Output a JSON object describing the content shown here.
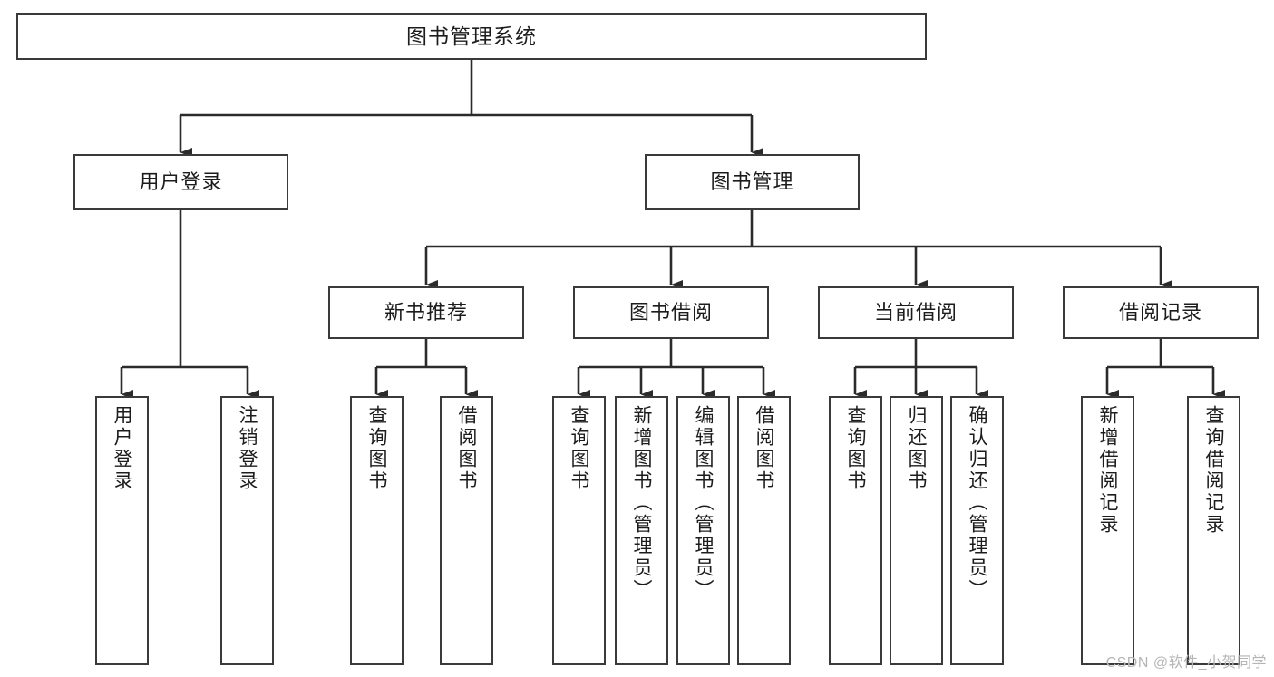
{
  "diagram": {
    "title": "图书管理系统",
    "type": "tree-hierarchy",
    "root": {
      "id": "root",
      "label": "图书管理系统",
      "orientation": "horizontal"
    },
    "level2": [
      {
        "id": "user-login",
        "label": "用户登录",
        "orientation": "horizontal"
      },
      {
        "id": "book-manage",
        "label": "图书管理",
        "orientation": "horizontal"
      }
    ],
    "level3": [
      {
        "id": "new-book-recommend",
        "label": "新书推荐",
        "orientation": "horizontal",
        "parent": "book-manage"
      },
      {
        "id": "book-borrow",
        "label": "图书借阅",
        "orientation": "horizontal",
        "parent": "book-manage"
      },
      {
        "id": "current-borrow",
        "label": "当前借阅",
        "orientation": "horizontal",
        "parent": "book-manage"
      },
      {
        "id": "borrow-record",
        "label": "借阅记录",
        "orientation": "horizontal",
        "parent": "book-manage"
      }
    ],
    "leaves": [
      {
        "id": "leaf-user-login",
        "label": "用户登录",
        "parent": "user-login"
      },
      {
        "id": "leaf-user-logout",
        "label": "注销登录",
        "parent": "user-login"
      },
      {
        "id": "leaf-query-book-recommend",
        "label": "查询图书",
        "parent": "new-book-recommend"
      },
      {
        "id": "leaf-borrow-book-recommend",
        "label": "借阅图书",
        "parent": "new-book-recommend"
      },
      {
        "id": "leaf-query-book-borrow",
        "label": "查询图书",
        "parent": "book-borrow"
      },
      {
        "id": "leaf-add-book",
        "label": "新增图书（管理员）",
        "parent": "book-borrow"
      },
      {
        "id": "leaf-edit-book",
        "label": "编辑图书（管理员）",
        "parent": "book-borrow"
      },
      {
        "id": "leaf-borrow-book",
        "label": "借阅图书",
        "parent": "book-borrow"
      },
      {
        "id": "leaf-query-book-current",
        "label": "查询图书",
        "parent": "current-borrow"
      },
      {
        "id": "leaf-return-book",
        "label": "归还图书",
        "parent": "current-borrow"
      },
      {
        "id": "leaf-confirm-return",
        "label": "确认归还（管理员）",
        "parent": "current-borrow"
      },
      {
        "id": "leaf-add-record",
        "label": "新增借阅记录",
        "parent": "borrow-record"
      },
      {
        "id": "leaf-query-record",
        "label": "查询借阅记录",
        "parent": "borrow-record"
      }
    ],
    "colors": {
      "box_border": "#3a3a3a",
      "box_fill": "#ffffff",
      "connector": "#2b2b2b",
      "text": "#1c1c1c",
      "watermark": "#b5b5b5"
    }
  },
  "watermark": {
    "text": "CSDN @软件_小贺同学"
  }
}
